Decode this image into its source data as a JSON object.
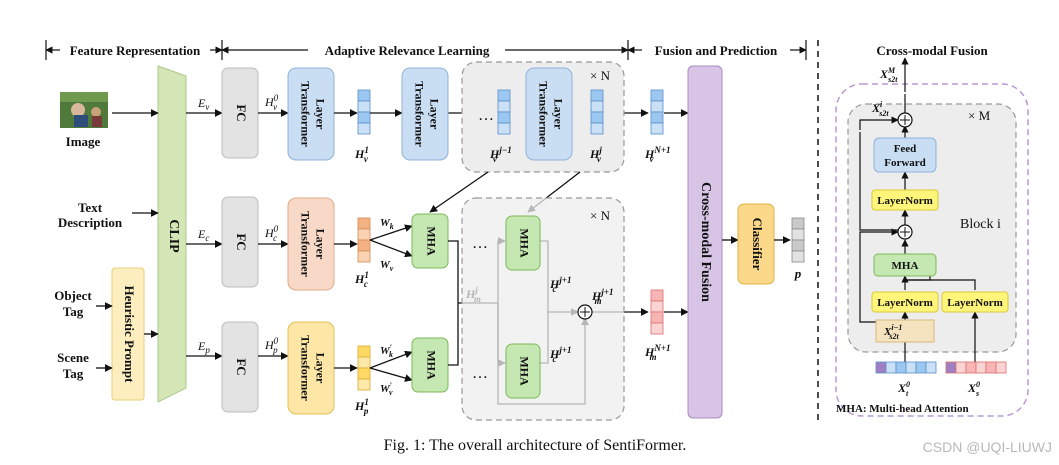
{
  "sections": {
    "feature": "Feature Representation",
    "adaptive": "Adaptive Relevance Learning",
    "fusion_pred": "Fusion and Prediction",
    "cross_modal": "Cross-modal Fusion"
  },
  "inputs": {
    "image": "Image",
    "text_line1": "Text",
    "text_line2": "Description",
    "object_line1": "Object",
    "object_line2": "Tag",
    "scene_line1": "Scene",
    "scene_line2": "Tag"
  },
  "blocks": {
    "clip": "CLIP",
    "heuristic": "Heuristic Prompt",
    "fc": "FC",
    "transformer_line1": "Transformer",
    "transformer_line2": "Layer",
    "mha": "MHA",
    "cross_fusion": "Cross-modal Fusion",
    "classifier": "Classifier",
    "feed_line1": "Feed",
    "feed_line2": "Forward",
    "layernorm": "LayerNorm",
    "block_i": "Block i"
  },
  "symbols": {
    "times_n": "× N",
    "times_m": "× M",
    "ellipsis": "…",
    "p": "p",
    "plus": "+"
  },
  "variables": {
    "ev": [
      "E",
      "v",
      ""
    ],
    "ec": [
      "E",
      "c",
      ""
    ],
    "ep": [
      "E",
      "p",
      ""
    ],
    "hv0": [
      "H",
      "v",
      "0"
    ],
    "hc0": [
      "H",
      "c",
      "0"
    ],
    "hp0": [
      "H",
      "p",
      "0"
    ],
    "hv1": [
      "H",
      "v",
      "1"
    ],
    "hc1": [
      "H",
      "c",
      "1"
    ],
    "hp1": [
      "H",
      "p",
      "1"
    ],
    "hvj1": [
      "H",
      "v",
      "j−1"
    ],
    "hvj": [
      "H",
      "v",
      "j"
    ],
    "hvn1": [
      "H",
      "v",
      "N+1"
    ],
    "hmj": [
      "H",
      "m",
      "j"
    ],
    "hcj1a": [
      "H",
      "c",
      "j+1"
    ],
    "hcj1b": [
      "H",
      "c",
      "j+1"
    ],
    "hmj1": [
      "H",
      "m",
      "j+1"
    ],
    "hmn1": [
      "H",
      "m",
      "N+1"
    ],
    "wk": [
      "W",
      "k",
      ""
    ],
    "wv": [
      "W",
      "v",
      ""
    ],
    "wkp": [
      "W",
      "k",
      "′"
    ],
    "wvp": [
      "W",
      "v",
      "′"
    ],
    "xs2tm": [
      "X",
      "s2t",
      "M"
    ],
    "xs2ti": [
      "X",
      "s2t",
      "i"
    ],
    "xs2ti1": [
      "X",
      "s2t",
      "i−1"
    ],
    "xt0": [
      "X",
      "t",
      "0"
    ],
    "xs0": [
      "X",
      "s",
      "0"
    ]
  },
  "legend": "MHA: Multi-head Attention",
  "caption": "Fig. 1: The overall architecture of SentiFormer.",
  "watermark": "CSDN @UQI-LIUWJ",
  "colors": {
    "clip": "#d4e6b5",
    "fc": "#e3e3e3",
    "transformer_blue": "#c9ddf3",
    "transformer_orange": "#f8d9c8",
    "transformer_yellow": "#fde6a6",
    "mha": "#c5e7b1",
    "cross_fusion": "#d8c4e4",
    "classifier": "#fcd98a",
    "heuristic": "#fdeec0",
    "layernorm": "#fff57a",
    "feed_forward": "#c9ddf3",
    "dashed_purple": "#b89ad6",
    "token_blue": "#9cc7f0",
    "token_orange": "#f4b183",
    "token_yellow": "#ffd966",
    "token_pink": "#f8b5b5",
    "token_purple": "#9f7fc2",
    "token_gray": "#c9c9c9"
  }
}
